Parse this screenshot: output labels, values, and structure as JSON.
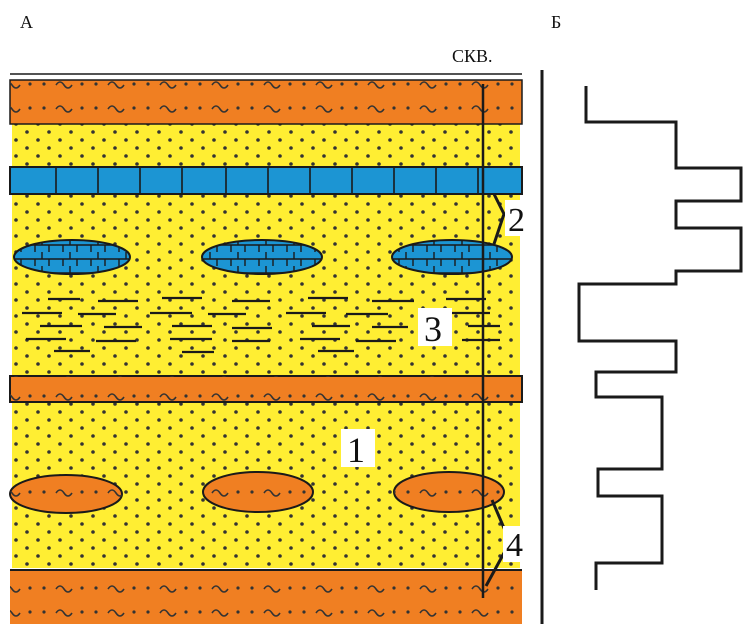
{
  "panel_labels": {
    "left": "А",
    "right": "Б"
  },
  "well_label": "СКВ.",
  "callouts": {
    "one": "1",
    "two": "2",
    "three": "3",
    "four": "4"
  },
  "colors": {
    "clay": "#f07f22",
    "sand": "#ffee33",
    "limestone": "#1c95d3",
    "outline": "#1a1a1a",
    "background": "#ffffff"
  }
}
